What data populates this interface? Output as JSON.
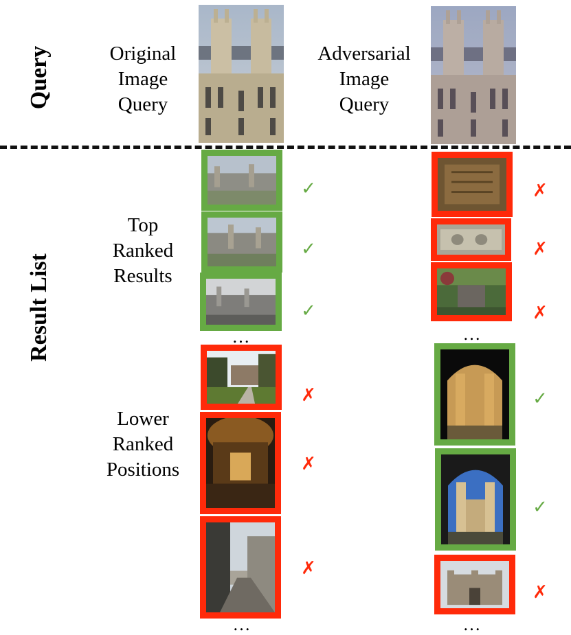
{
  "colors": {
    "relevant": "#66aa44",
    "non_relevant": "#ff2a0a"
  },
  "sections": {
    "query": "Query",
    "results": "Result List"
  },
  "columns": {
    "original": [
      "Original",
      "Image",
      "Query"
    ],
    "adversarial": [
      "Adversarial",
      "Image",
      "Query"
    ]
  },
  "row_labels": {
    "top": [
      "Top",
      "Ranked",
      "Results"
    ],
    "lower": [
      "Lower",
      "Ranked",
      "Positions"
    ]
  },
  "marks": {
    "check": "✓",
    "cross": "✗"
  },
  "ellipsis": "…",
  "icons": {
    "relevant": "check-mark-icon",
    "non_relevant": "cross-mark-icon"
  }
}
